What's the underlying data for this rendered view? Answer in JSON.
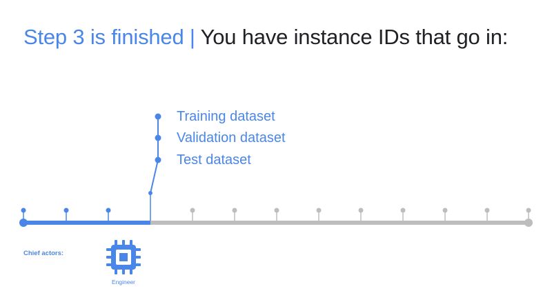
{
  "title": {
    "lead": "Step 3 is finished",
    "separator": "|",
    "rest": "You have instance IDs that go in:"
  },
  "datasets": [
    "Training dataset",
    "Validation dataset",
    "Test dataset"
  ],
  "timeline": {
    "completed_steps": 3,
    "remaining_steps": 9,
    "completed_color": "#4a86e8",
    "remaining_color": "#bdbdbd"
  },
  "actors": {
    "heading": "Chief actors:",
    "items": [
      {
        "name": "Engineer",
        "icon": "chip-icon"
      }
    ]
  }
}
